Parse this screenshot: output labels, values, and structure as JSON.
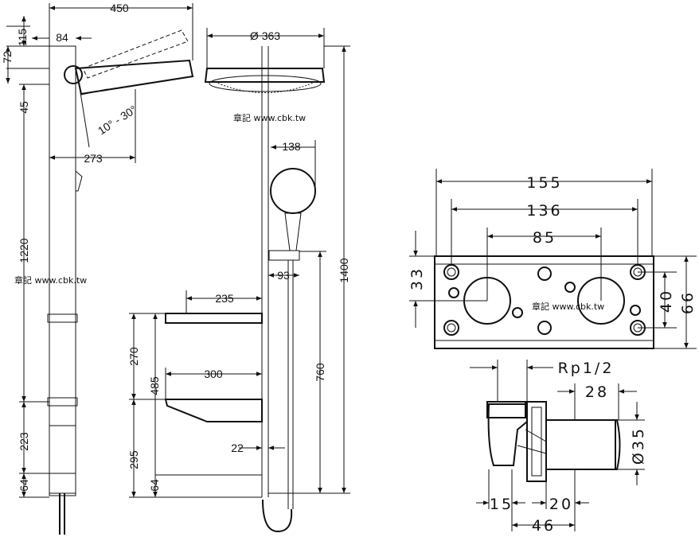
{
  "left_drawing": {
    "d_450": "450",
    "d_115": "115",
    "d_84": "84",
    "d_72": "72",
    "d_45": "45",
    "d_angle": "10° - 30°",
    "d_273": "273",
    "d_1220": "1220",
    "d_223": "223",
    "d_64": "64"
  },
  "middle_drawing": {
    "d_363": "Ø 363",
    "d_138": "138",
    "d_93": "93",
    "d_235": "235",
    "d_270": "270",
    "d_485": "485",
    "d_300": "300",
    "d_295": "295",
    "d_64": "64",
    "d_22": "22",
    "d_760": "760",
    "d_1400": "1400"
  },
  "right_drawing": {
    "d_155": "155",
    "d_136": "136",
    "d_85": "85",
    "d_33": "33",
    "d_40": "40",
    "d_66": "66",
    "d_rp": "Rp1/2",
    "d_28": "28",
    "d_35": "Ø35",
    "d_15": "15",
    "d_20": "20",
    "d_46": "46"
  },
  "watermarks": {
    "wm1": "章記 www.cbk.tw",
    "wm2": "章記 www.cbk.tw",
    "wm3": "章記 www.cbk.tw"
  }
}
